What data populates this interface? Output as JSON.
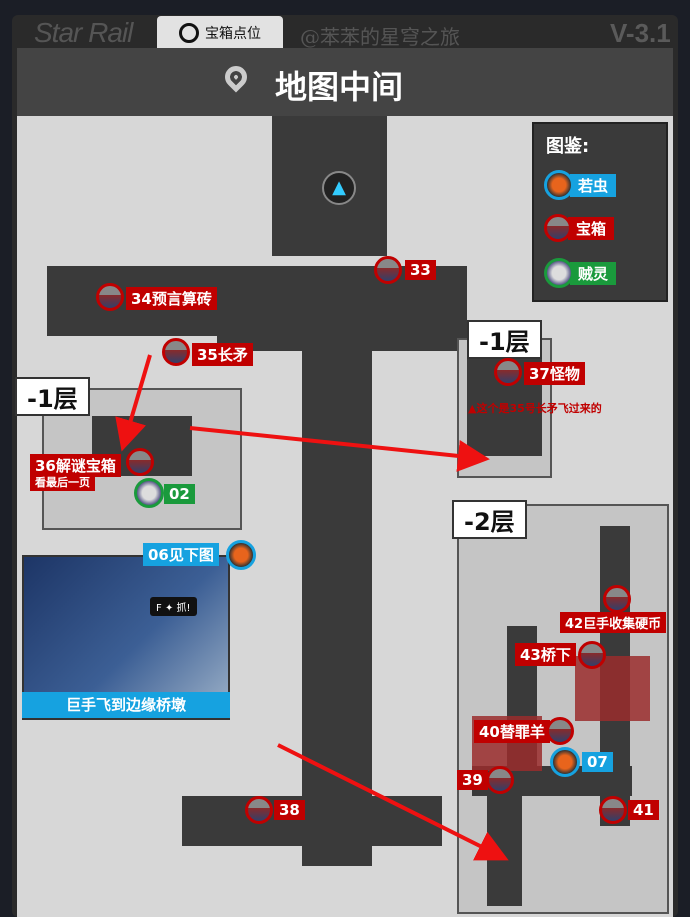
{
  "header": {
    "brand": "Star Rail",
    "tab_label": "宝箱点位",
    "author": "@苯苯的星穹之旅",
    "version": "V-3.1",
    "title": "地图中间"
  },
  "legend": {
    "title": "图鉴:",
    "items": [
      {
        "label": "若虫",
        "color": "#16a2e0"
      },
      {
        "label": "宝箱",
        "color": "#c00000"
      },
      {
        "label": "贼灵",
        "color": "#1a9a3c"
      }
    ]
  },
  "floors": {
    "f1a": "-1层",
    "f1b": "-1层",
    "f2": "-2层"
  },
  "markers": {
    "m33": "33",
    "m34": "34预言算砖",
    "m35": "35长矛",
    "m36": "36解谜宝箱",
    "m36_sub": "看最后一页",
    "m02": "02",
    "m37": "37怪物",
    "m06": "06见下图",
    "m42": "42巨手收集硬币",
    "m43": "43桥下",
    "m40": "40替罪羊",
    "m07": "07",
    "m39": "39",
    "m41": "41",
    "m38": "38"
  },
  "note": "▲这个是35号长矛飞过来的",
  "screenshot": {
    "caption": "巨手飞到边缘桥墩",
    "prompt_key": "F",
    "prompt": "抓!"
  },
  "colors": {
    "chest": "#c00000",
    "nymph": "#16a2e0",
    "ghost": "#1a9a3c",
    "arrow": "#ee1111"
  }
}
